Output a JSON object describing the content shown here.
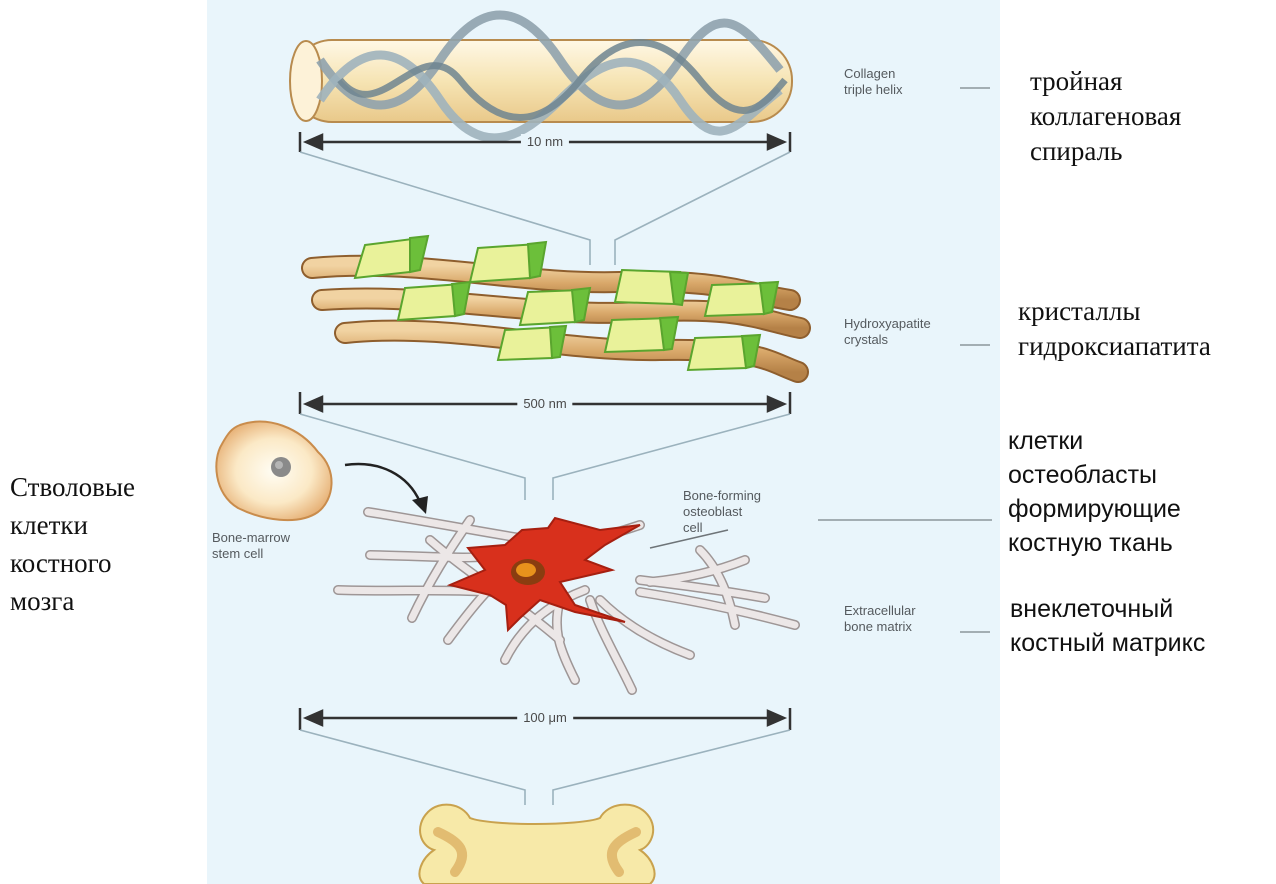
{
  "labels_en": {
    "collagen_line1": "Collagen",
    "collagen_line2": "triple helix",
    "hydroxy_line1": "Hydroxyapatite",
    "hydroxy_line2": "crystals",
    "bone_forming_line1": "Bone-forming",
    "bone_forming_line2": "osteoblast",
    "bone_forming_line3": "cell",
    "marrow_line1": "Bone-marrow",
    "marrow_line2": "stem cell",
    "matrix_line1": "Extracellular",
    "matrix_line2": "bone matrix"
  },
  "labels_ru": {
    "collagen_line1": "тройная",
    "collagen_line2": "коллагеновая",
    "collagen_line3": "спираль",
    "hydroxy_line1": "кристаллы",
    "hydroxy_line2": "гидроксиапатита",
    "osteoblast_line1": "клетки",
    "osteoblast_line2": "остеобласты",
    "osteoblast_line3": "формирующие",
    "osteoblast_line4": "костную ткань",
    "matrix_line1": "внеклеточный",
    "matrix_line2": "костный матрикс",
    "stem_line1": "Стволовые",
    "stem_line2": "клетки",
    "stem_line3": "костного",
    "stem_line4": "мозга"
  },
  "scales": {
    "helix": "10 nm",
    "crystals": "500 nm",
    "matrix": "100 μm"
  },
  "colors": {
    "panel_bg": "#e9f5fb",
    "fibril": "#d9a86a",
    "crystal": "#e9f29a",
    "crystal_edge": "#6cbf3a",
    "osteoblast": "#d8301c",
    "matrix_fiber": "#d9d4d4",
    "bone": "#f7e9a8"
  }
}
